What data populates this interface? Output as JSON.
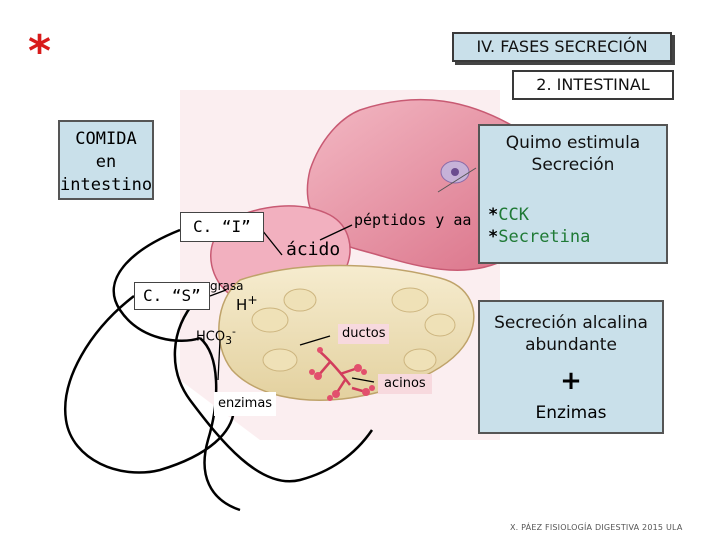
{
  "header": {
    "star": "*",
    "title": "IV. FASES SECRECIÓN",
    "subtitle": "2. INTESTINAL"
  },
  "comida": {
    "line1": "COMIDA",
    "line2": "en",
    "line3": "intestino"
  },
  "quimo": {
    "line1": "Quimo estimula",
    "line2": "Secreción",
    "hormones": [
      {
        "star": "*",
        "name": "CCK"
      },
      {
        "star": "*",
        "name": "Secretina"
      }
    ]
  },
  "alcalina": {
    "line1": "Secreción alcalina",
    "line2": "abundante",
    "plus": "+",
    "enzimas": "Enzimas"
  },
  "diagram": {
    "ci": "C. “I”",
    "cs": "C. “S”",
    "acido": "ácido",
    "peptidos": "péptidos y aa",
    "grasa": "grasa",
    "hplus_base": "H",
    "hplus_sup": "+",
    "hco3_base": "HCO",
    "hco3_sub": "3",
    "hco3_sup": "-",
    "ductos": "ductos",
    "acinos": "acinos",
    "enzimas": "enzimas"
  },
  "footer": "X. PÁEZ   FISIOLOGÍA DIGESTIVA 2015 ULA",
  "colors": {
    "accent_box": "#c9e0ea",
    "hormone_green": "#1f7a36",
    "tissue_pink": "#e88fa2"
  }
}
